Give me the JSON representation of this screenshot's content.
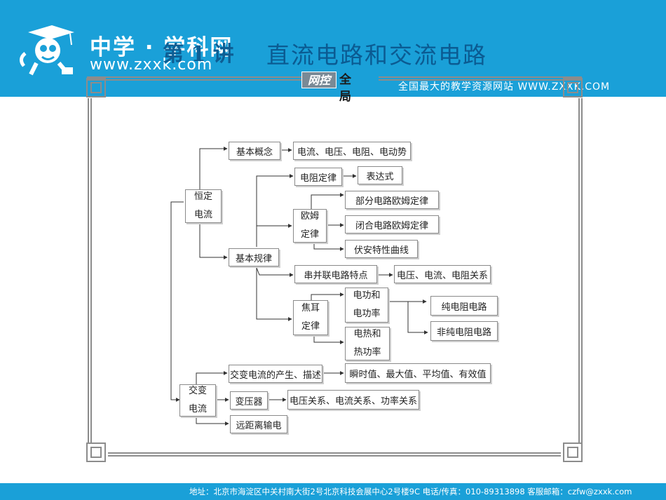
{
  "header": {
    "brand_cn": "中学 · 学科网",
    "brand_url": "www.zxxk.com",
    "title_number": "第 1 讲",
    "title_main": "直流电路和交流电路",
    "badge_tag": "网控",
    "badge_text": "全局",
    "slogan": "全国最大的教学资源网站 WWW.ZXXK.COM"
  },
  "map": {
    "root_dc_line1": "恒定",
    "root_dc_line2": "电流",
    "concept": "基本概念",
    "concept_items": "电流、电压、电阻、电动势",
    "law": "基本规律",
    "resistance_law": "电阻定律",
    "expression": "表达式",
    "ohm_line1": "欧姆",
    "ohm_line2": "定律",
    "partial_ohm": "部分电路欧姆定律",
    "closed_ohm": "闭合电路欧姆定律",
    "va_curve": "伏安特性曲线",
    "series_parallel": "串并联电路特点",
    "vir_relation": "电压、电流、电阻关系",
    "joule_line1": "焦耳",
    "joule_line2": "定律",
    "power_line1": "电功和",
    "power_line2": "电功率",
    "heat_line1": "电热和",
    "heat_line2": "热功率",
    "pure_resistive": "纯电阻电路",
    "nonpure_resistive": "非纯电阻电路",
    "root_ac_line1": "交变",
    "root_ac_line2": "电流",
    "ac_generation": "交变电流的产生、描述",
    "ac_values": "瞬时值、最大值、平均值、有效值",
    "transformer": "变压器",
    "transformer_relations": "电压关系、电流关系、功率关系",
    "transmission": "远距离输电"
  },
  "footer": {
    "text": "地址：北京市海淀区中关村南大街2号北京科技会展中心2号楼9C 电话/传真：010-89313898 客服邮箱：czfw@zxxk.com"
  },
  "colors": {
    "header_bg": "#1aa0d8",
    "title": "#0b5b92",
    "frame": "#8c8c8c"
  },
  "icons": [
    "graduate-mascot-icon",
    "corner-knot-icon"
  ]
}
